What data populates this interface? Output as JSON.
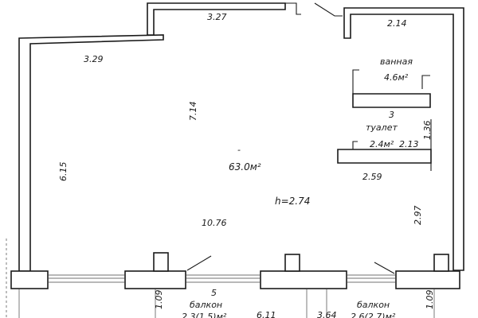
{
  "plan": {
    "main_room": {
      "number": "-",
      "area": "63.0м²",
      "height": "h=2.74"
    },
    "bathroom": {
      "name": "ванная",
      "area": "4.6м²"
    },
    "toilet": {
      "number": "3",
      "name": "туалет",
      "area": "2.4м²"
    },
    "door_number": "5",
    "balcony_left": {
      "name": "балкон",
      "area": "2.3(1.5)м²"
    },
    "balcony_right": {
      "name": "балкон",
      "area": "2.6(2.7)м²"
    },
    "dimensions": {
      "top_wall": "3.27",
      "left_top": "3.29",
      "right_top": "2.14",
      "left_height": "6.15",
      "center_vertical": "7.14",
      "toilet_side": "1.36",
      "toilet_width": "2.13",
      "toilet_bottom": "2.59",
      "right_lower": "2.97",
      "room_length": "10.76",
      "balcony_left_depth": "1.09",
      "balcony_left_width": "6.11",
      "balcony_right_width": "3.64",
      "balcony_right_depth": "1.09"
    }
  }
}
